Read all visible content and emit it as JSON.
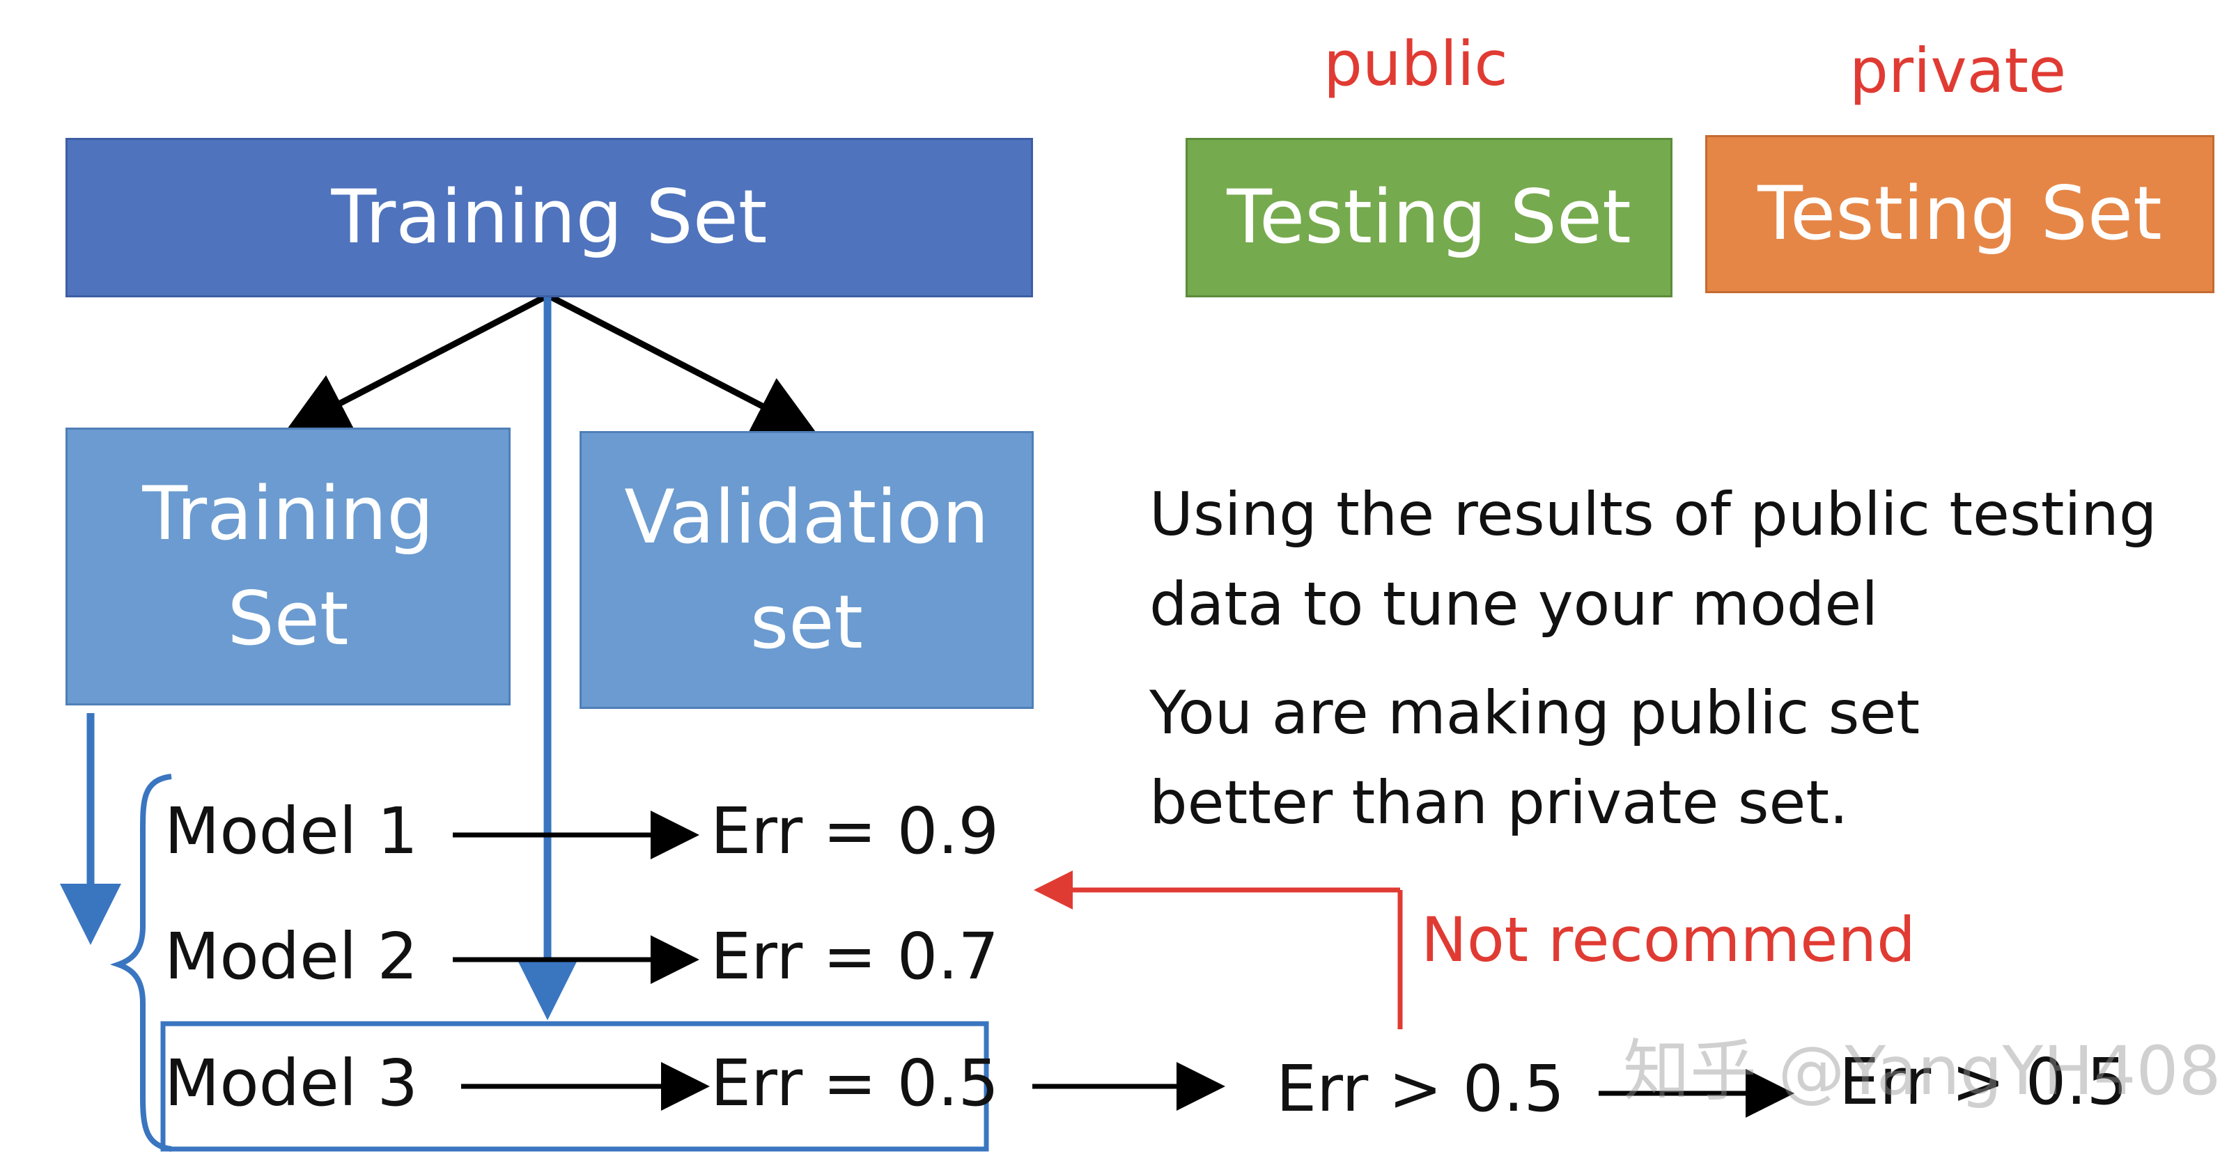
{
  "top_labels": {
    "public": "public",
    "private": "private"
  },
  "boxes": {
    "training_set": "Training Set",
    "public_testing_set": "Testing Set",
    "private_testing_set": "Testing Set",
    "sub_training_line1": "Training",
    "sub_training_line2": "Set",
    "validation_line1": "Validation",
    "validation_line2": "set"
  },
  "models": [
    {
      "name": "Model 1",
      "err": "Err = 0.9"
    },
    {
      "name": "Model 2",
      "err": "Err = 0.7"
    },
    {
      "name": "Model 3",
      "err": "Err = 0.5"
    }
  ],
  "notes": {
    "line1": "Using the results of public testing data to tune your model",
    "line2": "You are making public set better than private set."
  },
  "not_recommend": "Not recommend",
  "outcomes": {
    "public_err": "Err > 0.5",
    "private_err": "Err > 0.5"
  },
  "watermark": "知乎 @YangYH408",
  "colors": {
    "dark_blue": "#4f73bd",
    "light_blue": "#6b9bd0",
    "green": "#76aa4e",
    "orange": "#e58647",
    "red": "#e03b33",
    "blue_line": "#3a75c0"
  }
}
